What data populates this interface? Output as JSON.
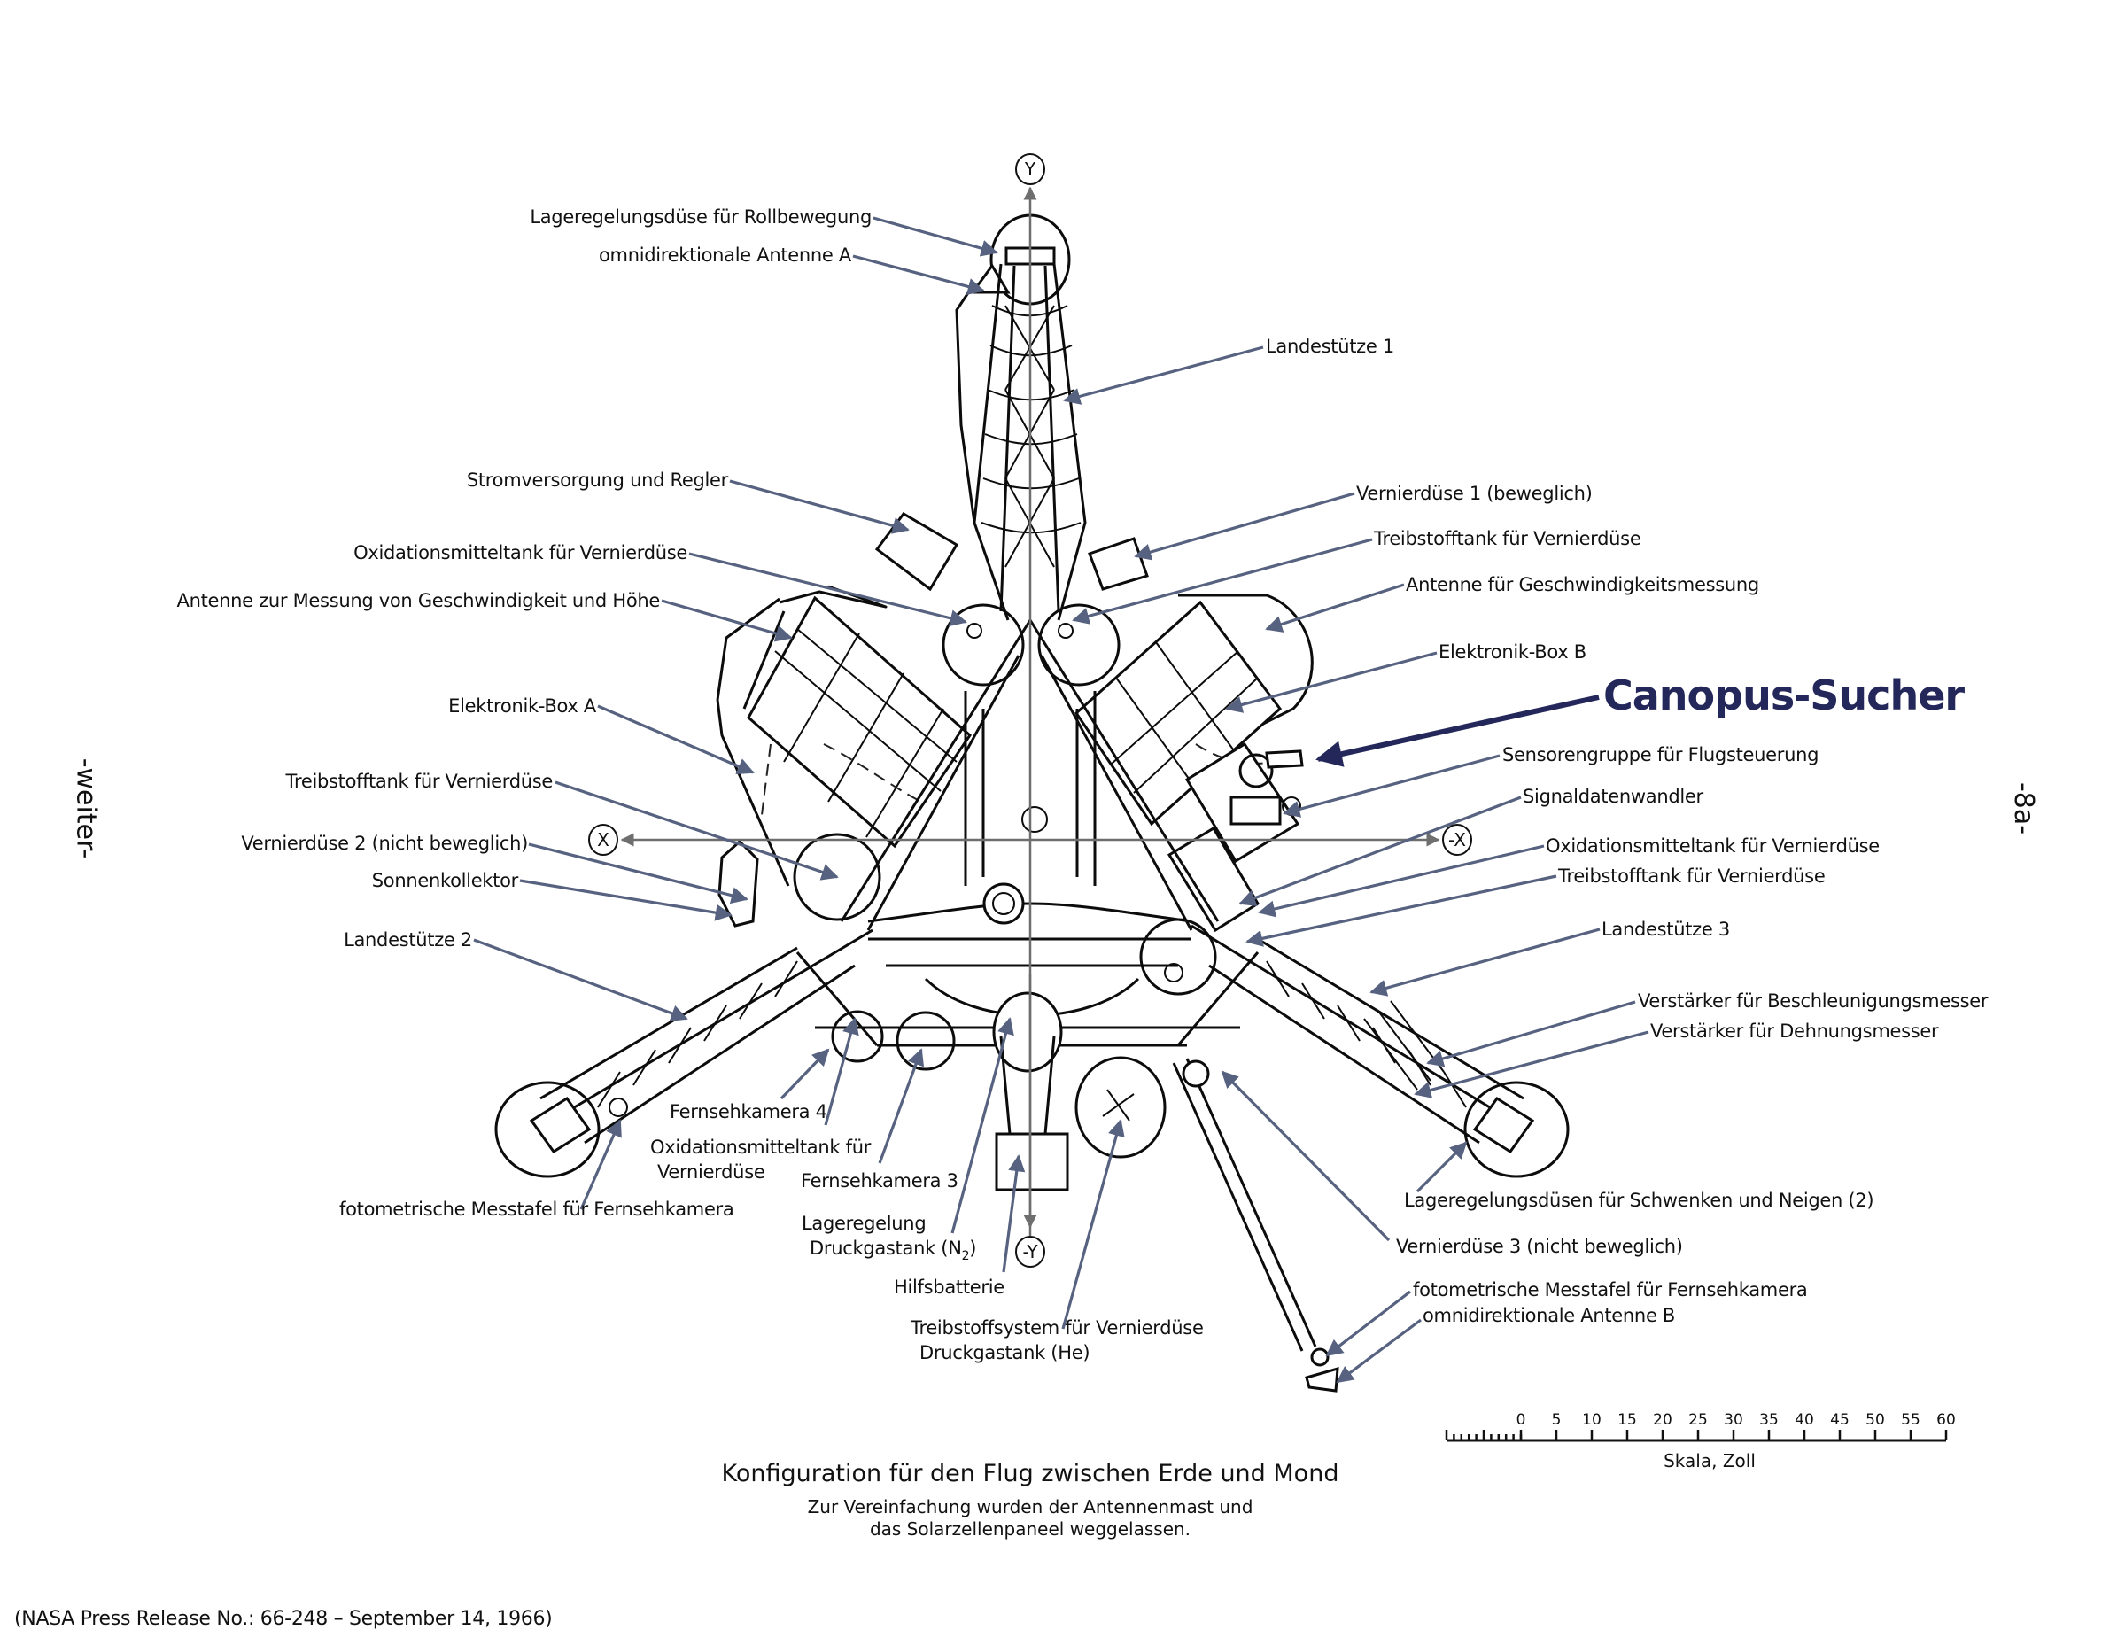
{
  "document": {
    "title": "Konfiguration für den Flug zwischen Erde und Mond",
    "subtitle_lines": [
      "Zur Vereinfachung wurden der Antennenmast und",
      "das Solarzellenpaneel weggelassen."
    ],
    "footer": "(NASA Press Release No.: 66-248  –  September 14, 1966)",
    "side_left": "-weiter-",
    "side_right": "-8a-",
    "highlight_color": "#24275a",
    "leader_color": "#56627f"
  },
  "axes": {
    "y_pos": "Y",
    "y_neg": "-Y",
    "x_pos": "X",
    "x_neg": "-X"
  },
  "highlight_label": "Canopus-Sucher",
  "labels": {
    "roll_nozzle": "Lageregelungsdüse für Rollbewegung",
    "omni_antenna_a": "omnidirektionale Antenne A",
    "landing_leg_1": "Landestütze 1",
    "power_supply": "Stromversorgung und Regler",
    "vernier_1": "Vernierdüse 1 (beweglich)",
    "oxidizer_tank_left": "Oxidationsmitteltank für Vernierdüse",
    "fuel_tank_upper_right": "Treibstofftank für Vernierdüse",
    "altimeter_antenna": "Antenne zur Messung von Geschwindigkeit und Höhe",
    "velocity_antenna": "Antenne für Geschwindigkeitsmessung",
    "electronics_box_b": "Elektronik-Box B",
    "electronics_box_a": "Elektronik-Box A",
    "sensor_group": "Sensorengruppe für Flugsteuerung",
    "fuel_tank_left": "Treibstofftank für Vernierdüse",
    "signal_converter": "Signaldatenwandler",
    "vernier_2": "Vernierdüse 2 (nicht beweglich)",
    "oxidizer_tank_right": "Oxidationsmitteltank für Vernierdüse",
    "solar_collector": "Sonnenkollektor",
    "fuel_tank_right": "Treibstofftank für Vernierdüse",
    "landing_leg_2": "Landestütze 2",
    "landing_leg_3": "Landestütze 3",
    "accel_amplifier": "Verstärker für Beschleunigungsmesser",
    "strain_amplifier": "Verstärker für Dehnungsmesser",
    "tv_camera_4": "Fernsehkamera 4",
    "oxidizer_tank_bottom_l1": "Oxidationsmitteltank für",
    "oxidizer_tank_bottom_l2": "Vernierdüse",
    "tv_camera_3": "Fernsehkamera 3",
    "photometric_left": "fotometrische Messtafel für Fernsehkamera",
    "attitude_l1": "Lageregelung",
    "attitude_l2": "Druckgastank (N",
    "attitude_sub": "2",
    "attitude_close": ")",
    "aux_battery": "Hilfsbatterie",
    "fuel_system_l1": "Treibstoffsystem für Vernierdüse",
    "fuel_system_l2": "Druckgastank (He)",
    "pitch_yaw_nozzles": "Lageregelungsdüsen für Schwenken und Neigen (2)",
    "vernier_3": "Vernierdüse 3 (nicht beweglich)",
    "photometric_right": "fotometrische Messtafel für Fernsehkamera",
    "omni_antenna_b": "omnidirektionale Antenne B"
  },
  "scale": {
    "caption": "Skala, Zoll",
    "ticks": [
      "0",
      "5",
      "10",
      "15",
      "20",
      "25",
      "30",
      "35",
      "40",
      "45",
      "50",
      "55",
      "60"
    ]
  }
}
